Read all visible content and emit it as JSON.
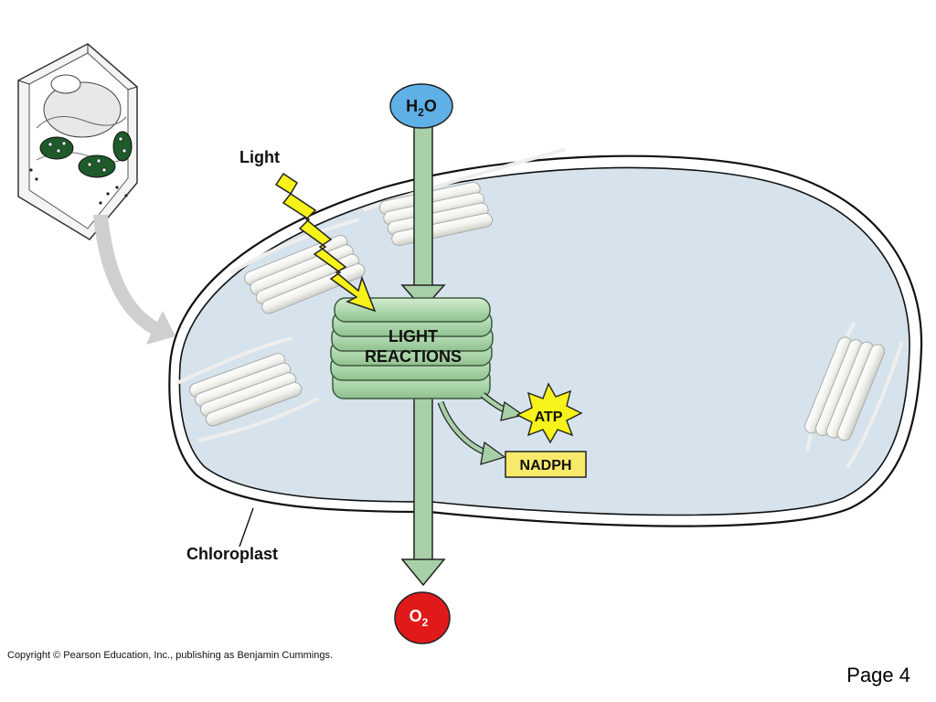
{
  "labels": {
    "h2o_main": "H",
    "h2o_sub": "2",
    "h2o_end": "O",
    "o2_main": "O",
    "o2_sub": "2",
    "light": "Light",
    "light_reactions_line1": "LIGHT",
    "light_reactions_line2": "REACTIONS",
    "atp": "ATP",
    "nadph": "NADPH",
    "chloroplast": "Chloroplast"
  },
  "footer": {
    "copyright": "Copyright © Pearson Education, Inc., publishing as Benjamin Cummings.",
    "page": "Page 4"
  },
  "colors": {
    "stroma": "#d6e3ec",
    "thylakoid": "#a9d4a9",
    "arrow": "#a8d0a8",
    "water": "#5fb0e6",
    "oxygen": "#e01a1a",
    "lightning": "#f6f21a",
    "atp_burst": "#f6f21a",
    "nadph_box": "#f7ea6a",
    "cell_chloroplast": "#1f5a2a"
  }
}
